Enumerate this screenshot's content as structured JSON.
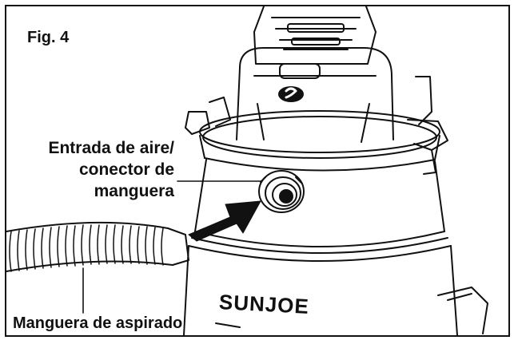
{
  "figure": {
    "label": "Fig. 4"
  },
  "callouts": {
    "air_intake": {
      "line1": "Entrada de aire/",
      "line2": "conector de",
      "line3": "manguera"
    },
    "vacuum_hose": "Manguera de aspirado"
  },
  "product": {
    "brand": "SUNJOE",
    "logo_icon": "sunjoe-s-logo-icon"
  },
  "colors": {
    "line": "#111111",
    "background": "#ffffff",
    "arrow": "#111111"
  }
}
